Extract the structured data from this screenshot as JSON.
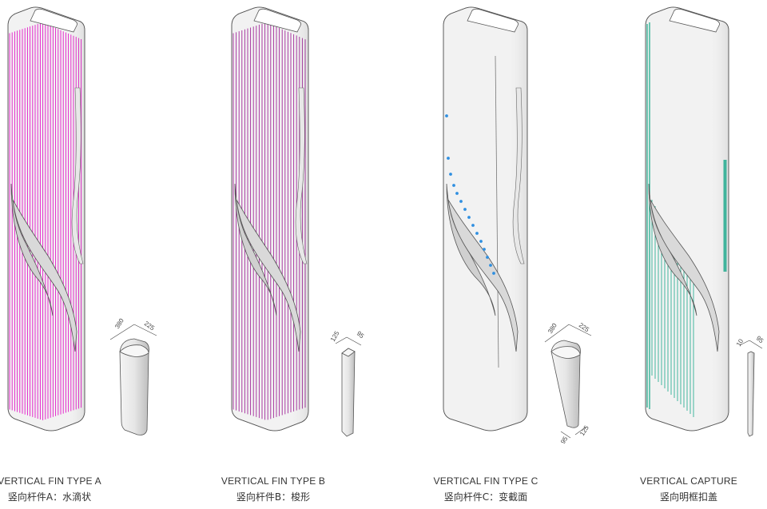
{
  "panels": [
    {
      "title_en": "VERTICAL FIN TYPE A",
      "title_zh": "竖向杆件A：水滴状",
      "stripe_color": "#e316c8",
      "detail": {
        "dim_width": "380",
        "dim_depth": "225"
      }
    },
    {
      "title_en": "VERTICAL FIN TYPE B",
      "title_zh": "竖向杆件B：梭形",
      "stripe_color": "#a1289a",
      "detail": {
        "dim_width": "125",
        "dim_depth": "95"
      }
    },
    {
      "title_en": "VERTICAL FIN TYPE C",
      "title_zh": "竖向杆件C：变截面",
      "stripe_color": "#2f8fe0",
      "detail": {
        "dim_width": "380",
        "dim_depth": "225",
        "dim_bottom_a": "95",
        "dim_bottom_b": "125"
      }
    },
    {
      "title_en": "VERTICAL CAPTURE",
      "title_zh": "竖向明框扣盖",
      "stripe_color": "#16a889",
      "detail": {
        "dim_width": "10",
        "dim_depth": "95"
      }
    }
  ]
}
